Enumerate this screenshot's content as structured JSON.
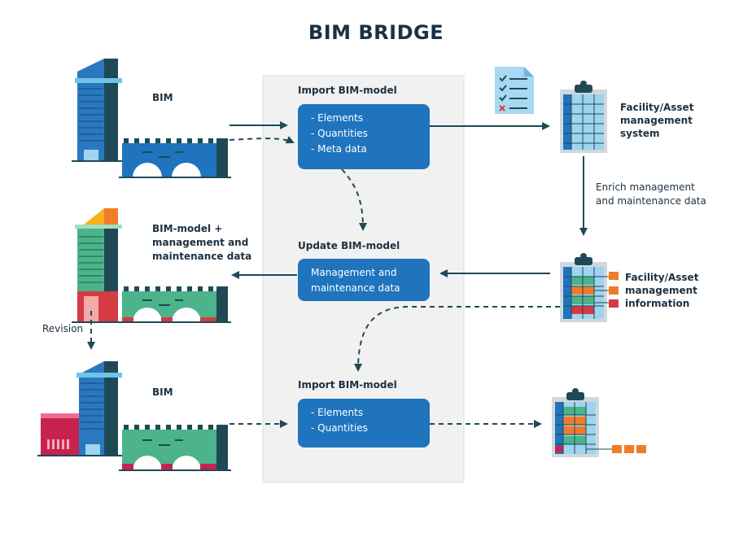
{
  "title": "BIM BRIDGE",
  "left": {
    "top_label": "BIM",
    "mid_label": [
      "BIM-model +",
      "management and",
      "maintenance data"
    ],
    "revision": "Revision",
    "bottom_label": "BIM"
  },
  "center": {
    "import1_title": "Import BIM-model",
    "import1_items": [
      "- Elements",
      "- Quantities",
      "- Meta data"
    ],
    "update_title": "Update BIM-model",
    "update_items": [
      "Management and",
      "maintenance data"
    ],
    "import2_title": "Import BIM-model",
    "import2_items": [
      "- Elements",
      "- Quantities"
    ]
  },
  "right": {
    "system_label": [
      "Facility/Asset",
      "management",
      "system"
    ],
    "enrich_label": [
      "Enrich management",
      "and maintenance data"
    ],
    "info_label": [
      "Facility/Asset",
      "management",
      "information"
    ]
  },
  "colors": {
    "dark": "#1d3040",
    "blue": "#1f74bd",
    "panel": "#f0f0f0",
    "teal": "#1e4a55",
    "green": "#4cb38a",
    "orange": "#f07c2a",
    "red": "#d63a43",
    "magenta": "#c8234f",
    "light_blue": "#9fd4f0"
  }
}
